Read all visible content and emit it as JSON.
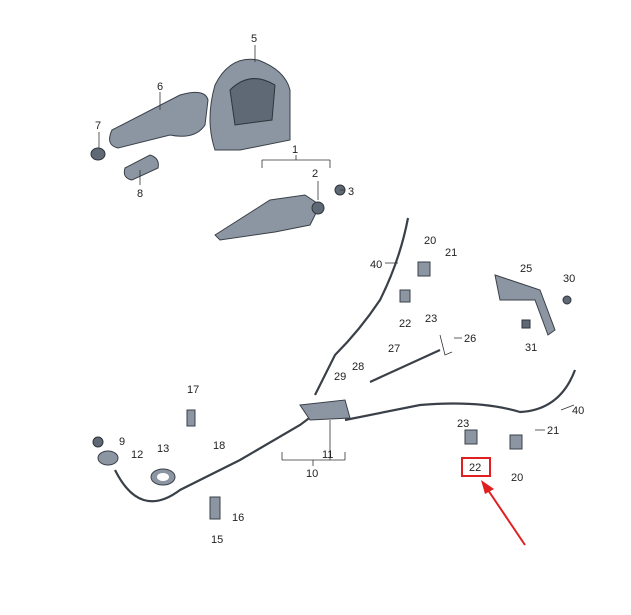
{
  "diagram": {
    "labels": [
      "5",
      "6",
      "7",
      "8",
      "1",
      "2",
      "3",
      "40",
      "20",
      "21",
      "25",
      "30",
      "22",
      "23",
      "26",
      "31",
      "27",
      "28",
      "29",
      "17",
      "9",
      "12",
      "13",
      "18",
      "11",
      "10",
      "16",
      "15",
      "23",
      "21",
      "40",
      "20",
      "22"
    ],
    "highlight_color": "#e02020",
    "arrow_color": "#e02020"
  }
}
